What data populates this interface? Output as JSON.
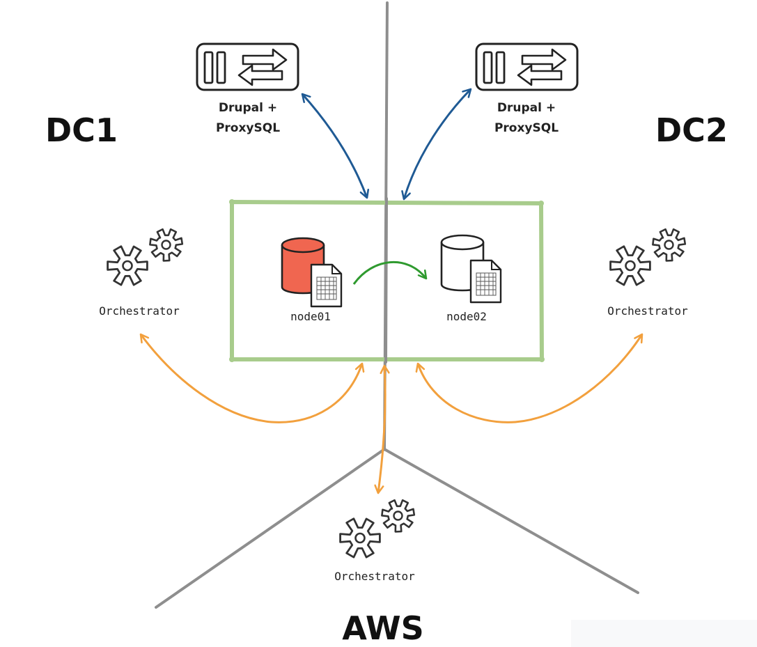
{
  "regions": {
    "dc1": "DC1",
    "dc2": "DC2",
    "aws": "AWS"
  },
  "apps": {
    "dc1": {
      "line1": "Drupal +",
      "line2": "ProxySQL",
      "icon": "app-server-icon"
    },
    "dc2": {
      "line1": "Drupal +",
      "line2": "ProxySQL",
      "icon": "app-server-icon"
    }
  },
  "cluster": {
    "node01": {
      "label": "node01",
      "role_color": "#f06650"
    },
    "node02": {
      "label": "node02",
      "role_color": "#ffffff"
    }
  },
  "orchestrators": {
    "dc1": "Orchestrator",
    "dc2": "Orchestrator",
    "aws": "Orchestrator"
  },
  "colors": {
    "divider": "#8e8e8e",
    "cluster_box": "#a8cc8c",
    "app_link": "#1f5a94",
    "orchestrator_link": "#f2a03d",
    "replication": "#2f9a2f",
    "primary_db": "#f06650"
  }
}
